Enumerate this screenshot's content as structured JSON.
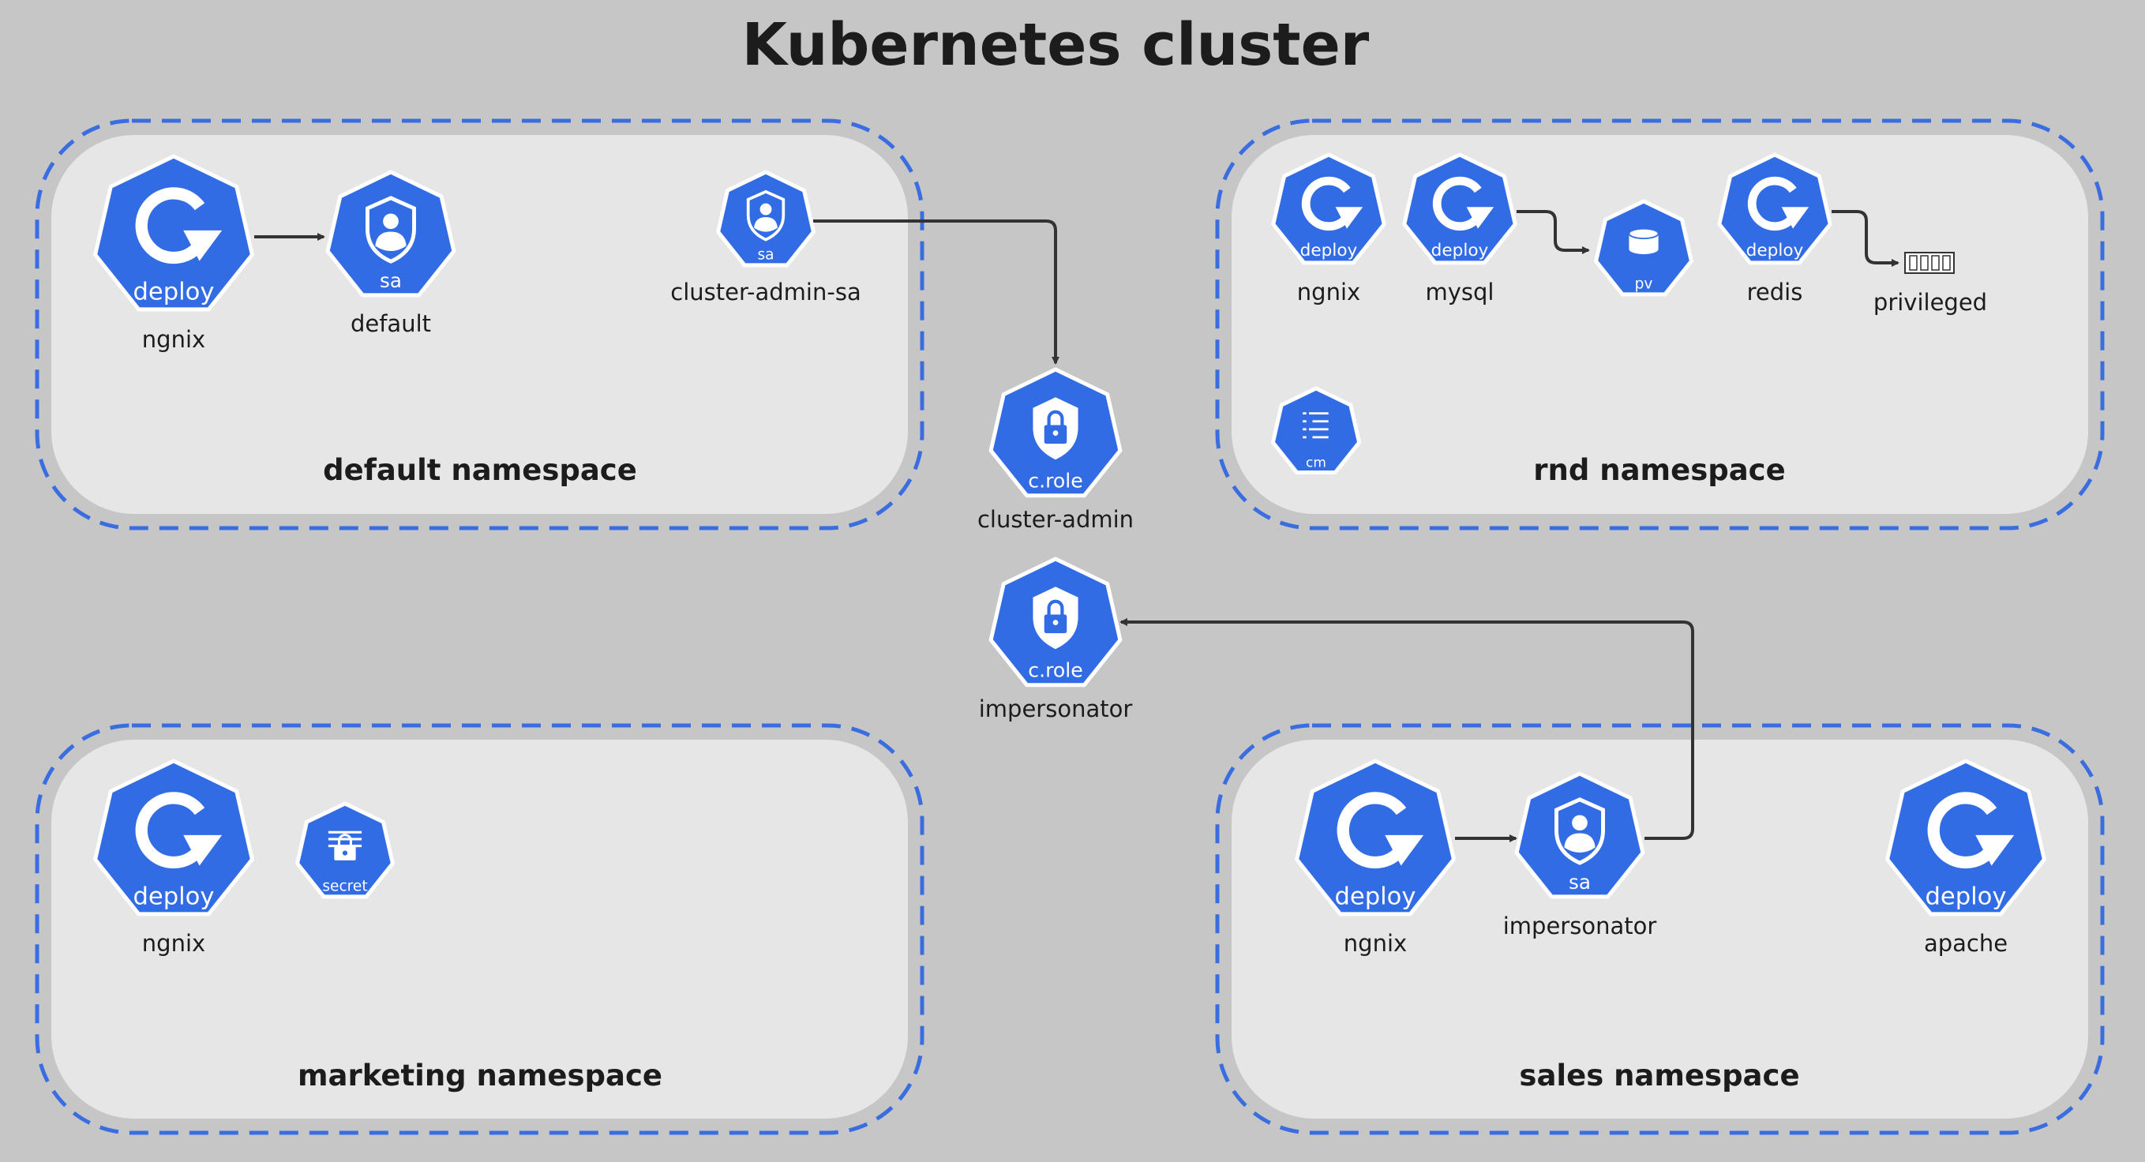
{
  "title": "Kubernetes cluster",
  "colors": {
    "background": "#c6c6c6",
    "namespace_fill": "#e6e6e6",
    "namespace_border": "#3a6ee0",
    "node_blue": "#326ce5",
    "edge": "#333333"
  },
  "namespaces": {
    "default": {
      "label": "default namespace"
    },
    "rnd": {
      "label": "rnd namespace"
    },
    "marketing": {
      "label": "marketing namespace"
    },
    "sales": {
      "label": "sales namespace"
    }
  },
  "nodes": {
    "default_ngnix": {
      "badge": "deploy",
      "label": "ngnix",
      "icon": "deploy-icon"
    },
    "default_sa": {
      "badge": "sa",
      "label": "default",
      "icon": "service-account-icon"
    },
    "cluster_admin_sa": {
      "badge": "sa",
      "label": "cluster-admin-sa",
      "icon": "service-account-icon"
    },
    "cluster_admin_role": {
      "badge": "c.role",
      "label": "cluster-admin",
      "icon": "cluster-role-icon"
    },
    "impersonator_role": {
      "badge": "c.role",
      "label": "impersonator",
      "icon": "cluster-role-icon"
    },
    "rnd_ngnix": {
      "badge": "deploy",
      "label": "ngnix",
      "icon": "deploy-icon"
    },
    "rnd_mysql": {
      "badge": "deploy",
      "label": "mysql",
      "icon": "deploy-icon"
    },
    "rnd_pv": {
      "badge": "pv",
      "icon": "persistent-volume-icon"
    },
    "rnd_redis": {
      "badge": "deploy",
      "label": "redis",
      "icon": "deploy-icon"
    },
    "rnd_privileged": {
      "label": "privileged",
      "icon": "privileged-icon"
    },
    "rnd_cm": {
      "badge": "cm",
      "icon": "configmap-icon"
    },
    "mkt_ngnix": {
      "badge": "deploy",
      "label": "ngnix",
      "icon": "deploy-icon"
    },
    "mkt_secret": {
      "badge": "secret",
      "icon": "secret-icon"
    },
    "sales_ngnix": {
      "badge": "deploy",
      "label": "ngnix",
      "icon": "deploy-icon"
    },
    "sales_sa": {
      "badge": "sa",
      "label": "impersonator",
      "icon": "service-account-icon"
    },
    "sales_apache": {
      "badge": "deploy",
      "label": "apache",
      "icon": "deploy-icon"
    }
  }
}
